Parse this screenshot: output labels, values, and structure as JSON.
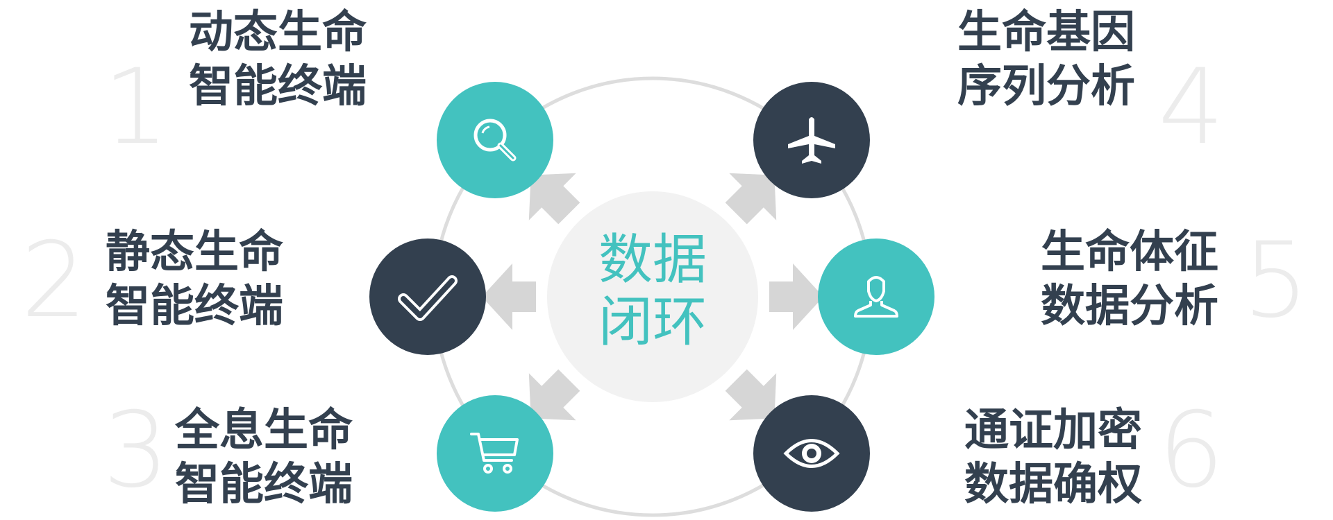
{
  "center": {
    "line1": "数据",
    "line2": "闭环"
  },
  "colors": {
    "teal": "#43c2bf",
    "navy": "#33404f",
    "ring": "#dddddd",
    "arrow": "#d6d6d6",
    "center_fill": "#f2f2f2"
  },
  "items": [
    {
      "number": "1",
      "line1": "动态生命",
      "line2": "智能终端",
      "icon": "search-icon",
      "color": "teal"
    },
    {
      "number": "2",
      "line1": "静态生命",
      "line2": "智能终端",
      "icon": "checkmark-icon",
      "color": "navy"
    },
    {
      "number": "3",
      "line1": "全息生命",
      "line2": "智能终端",
      "icon": "cart-icon",
      "color": "teal"
    },
    {
      "number": "4",
      "line1": "生命基因",
      "line2": "序列分析",
      "icon": "airplane-icon",
      "color": "navy"
    },
    {
      "number": "5",
      "line1": "生命体征",
      "line2": "数据分析",
      "icon": "user-icon",
      "color": "teal"
    },
    {
      "number": "6",
      "line1": "通证加密",
      "line2": "数据确权",
      "icon": "eye-icon",
      "color": "navy"
    }
  ]
}
